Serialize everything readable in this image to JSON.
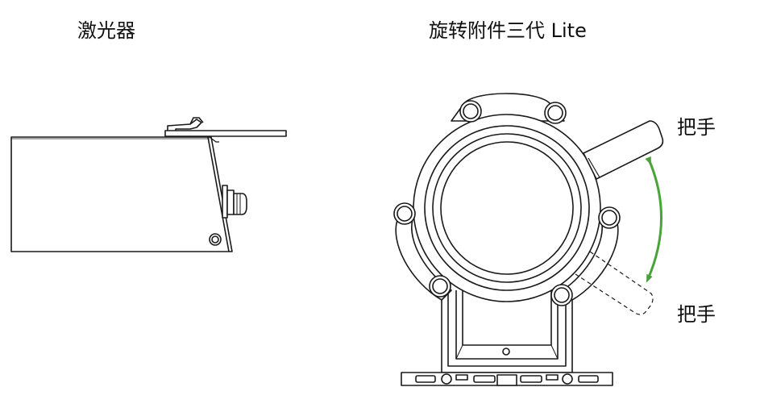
{
  "titles": {
    "laser": "激光器",
    "rotary": "旋转附件三代 Lite"
  },
  "annotations": {
    "handle_top": "把手",
    "handle_bottom": "把手"
  },
  "colors": {
    "line": "#1a1a1a",
    "arrow": "#4aa23a",
    "background": "#ffffff"
  }
}
